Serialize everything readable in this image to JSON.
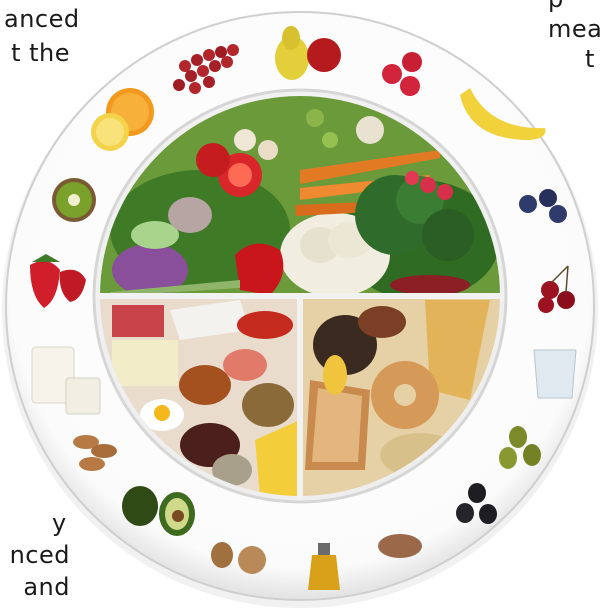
{
  "text_fragments": {
    "top_left": [
      "anced",
      "t  the"
    ],
    "top_right": [
      "p",
      "mea",
      "t"
    ],
    "bottom_left": [
      "y",
      "nced",
      "and"
    ]
  },
  "image": {
    "subject": "plate",
    "colors": {
      "outer_ring": "#ffffff",
      "ring_shadow": "#c9c9c9",
      "divider": "#e8e8e8",
      "vegetables": "#4f8f2f",
      "protein": "#c8763a",
      "grains": "#d8b27a"
    },
    "rim_items": [
      {
        "name": "grapes",
        "icon": "grapes-icon",
        "color": "#b3262c"
      },
      {
        "name": "pear-and-apple",
        "icon": "pear-icon",
        "color": "#e2cf3a"
      },
      {
        "name": "raspberries",
        "icon": "raspberry-icon",
        "color": "#d2243b"
      },
      {
        "name": "banana",
        "icon": "banana-icon",
        "color": "#f2d23b"
      },
      {
        "name": "blueberries",
        "icon": "blueberry-icon",
        "color": "#2f3b6a"
      },
      {
        "name": "cherries",
        "icon": "cherry-icon",
        "color": "#9c1220"
      },
      {
        "name": "water-glass",
        "icon": "glass-icon",
        "color": "#dfe9ef"
      },
      {
        "name": "olives-green",
        "icon": "olive-icon",
        "color": "#7c8a2a"
      },
      {
        "name": "olives-black",
        "icon": "olive-icon",
        "color": "#1d1d22"
      },
      {
        "name": "flax-seeds",
        "icon": "seed-icon",
        "color": "#8a4e2a"
      },
      {
        "name": "olive-oil",
        "icon": "bottle-icon",
        "color": "#d9a11a"
      },
      {
        "name": "walnuts",
        "icon": "nut-icon",
        "color": "#a0703f"
      },
      {
        "name": "avocado",
        "icon": "avocado-icon",
        "color": "#3f6b21"
      },
      {
        "name": "almonds",
        "icon": "almond-icon",
        "color": "#b87a45"
      },
      {
        "name": "milk-and-yogurt",
        "icon": "milk-icon",
        "color": "#f6f4ea"
      },
      {
        "name": "strawberries",
        "icon": "strawberry-icon",
        "color": "#d01f2a"
      },
      {
        "name": "kiwi",
        "icon": "kiwi-icon",
        "color": "#7aa12a"
      },
      {
        "name": "oranges",
        "icon": "orange-icon",
        "color": "#f39a1e"
      }
    ]
  }
}
